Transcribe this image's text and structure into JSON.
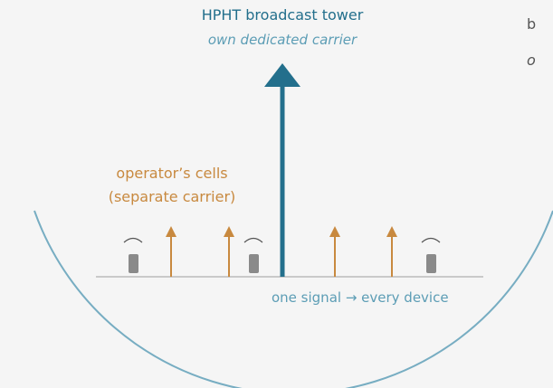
{
  "tower": {
    "title": "HPHT broadcast tower",
    "subtitle": "own dedicated carrier"
  },
  "cells": {
    "line1": "operator’s cells",
    "line2": "(separate carrier)"
  },
  "ground_caption": "one signal → every device",
  "clipped_right": {
    "line1": "b",
    "line2": "o"
  },
  "colors": {
    "background": "#f5f5f5",
    "tower": "#236f8c",
    "operator_cells": "#c8893f",
    "device": "#8a8a8a",
    "ground": "#c9c9c9",
    "coverage_arc": "#77adc2",
    "caption": "#5c9db5",
    "device_signal_arc": "#555555",
    "clipped_text": "#555555"
  },
  "icons": {
    "tower": "arrow-up-icon",
    "cell": "arrow-up-icon",
    "device": "phone-icon",
    "signal": "signal-arc-icon"
  }
}
